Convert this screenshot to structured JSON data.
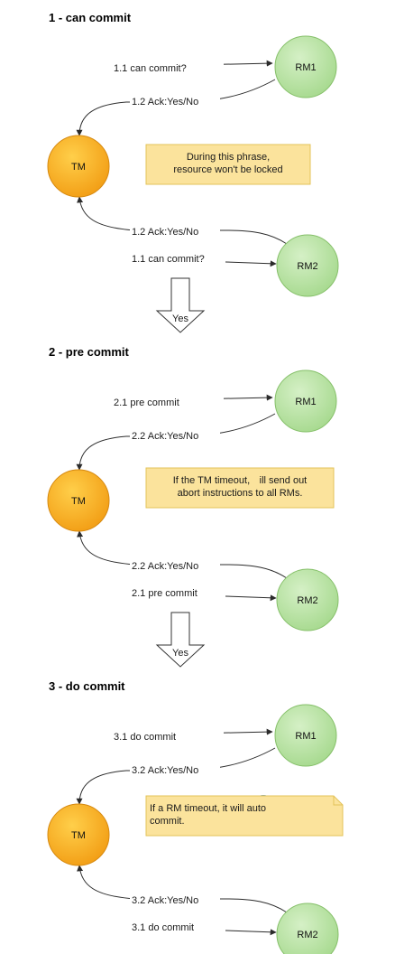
{
  "phases": [
    {
      "title": "1 - can commit",
      "tm": "TM",
      "rm_top": "RM1",
      "rm_bottom": "RM2",
      "req_top": "1.1 can commit?",
      "ack_top": "1.2 Ack:Yes/No",
      "ack_bottom": "1.2 Ack:Yes/No",
      "req_bottom": "1.1 can commit?",
      "note": [
        "During this phrase,",
        "resource won't be locked"
      ],
      "arrow_label": "Yes"
    },
    {
      "title": "2 - pre commit",
      "tm": "TM",
      "rm_top": "RM1",
      "rm_bottom": "RM2",
      "req_top": "2.1 pre commit",
      "ack_top": "2.2 Ack:Yes/No",
      "ack_bottom": "2.2 Ack:Yes/No",
      "req_bottom": "2.1 pre commit",
      "note": [
        "If the TM timeout,    ill send out",
        "abort instructions to all RMs."
      ],
      "arrow_label": "Yes"
    },
    {
      "title": "3 - do commit",
      "tm": "TM",
      "rm_top": "RM1",
      "rm_bottom": "RM2",
      "req_top": "3.1 do commit",
      "ack_top": "3.2 Ack:Yes/No",
      "ack_bottom": "3.2 Ack:Yes/No",
      "req_bottom": "3.1 do commit",
      "note": [
        "If a RM timeout, it will auto",
        "commit."
      ]
    }
  ],
  "colors": {
    "tm_fill": "#f5a623",
    "rm_fill": "#b9e4a6",
    "note_fill": "#fbe39c"
  },
  "icons": [
    "diagram-app-icon"
  ]
}
